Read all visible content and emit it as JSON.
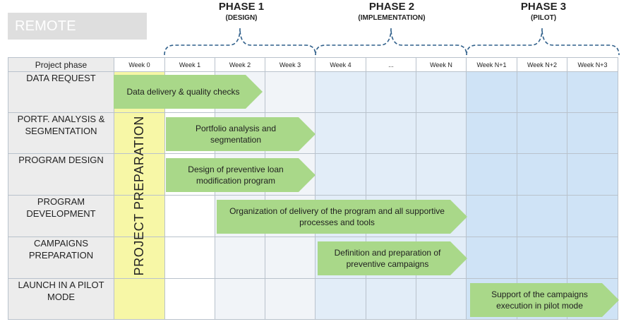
{
  "title": "REMOTE DELIVERY",
  "phases": [
    {
      "title": "PHASE 1",
      "subtitle": "(DESIGN)"
    },
    {
      "title": "PHASE 2",
      "subtitle": "(IMPLEMENTATION)"
    },
    {
      "title": "PHASE 3",
      "subtitle": "(PILOT)"
    }
  ],
  "header": {
    "first": "Project phase",
    "weeks": [
      "Week 0",
      "Week 1",
      "Week 2",
      "Week 3",
      "Week 4",
      "...",
      "Week N",
      "Week N+1",
      "Week N+2",
      "Week N+3"
    ]
  },
  "rows": [
    "DATA REQUEST",
    "PORTF. ANALYSIS & SEGMENTATION",
    "PROGRAM DESIGN",
    "PROGRAM DEVELOPMENT",
    "CAMPAIGNS PREPARATION",
    "LAUNCH IN A PILOT MODE"
  ],
  "vertical_label": "PROJECT PREPARATION",
  "tasks": [
    "Data delivery & quality checks",
    "Portfolio analysis and segmentation",
    "Design of preventive loan modification program",
    "Organization of delivery of the program and all supportive processes and tools",
    "Definition and preparation of preventive campaigns",
    "Support of the campaigns execution in pilot mode"
  ],
  "colors": {
    "arrow": "#a9d889",
    "week0": "#f7f7a6",
    "phase1": "#f1f4f8",
    "phase2": "#e2edf8",
    "phase3": "#cfe3f6",
    "brace": "#2f5f8a"
  }
}
